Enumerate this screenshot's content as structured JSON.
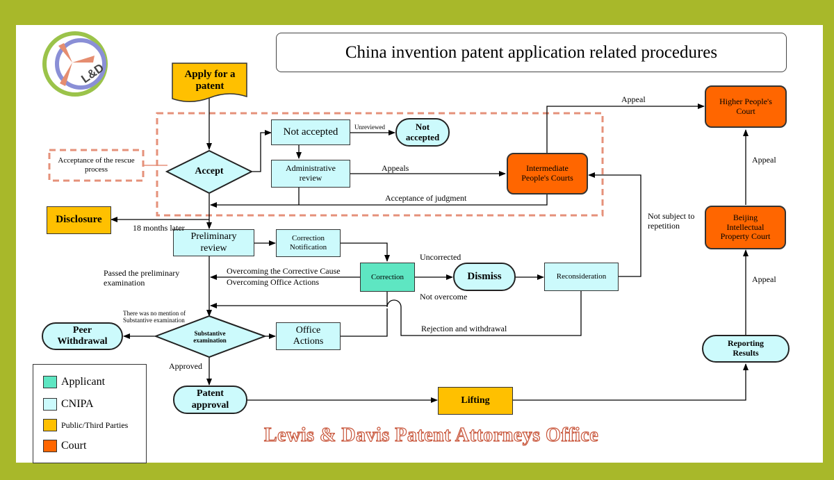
{
  "title": "China invention patent application related procedures",
  "logo": {
    "text": "L&D"
  },
  "legend": {
    "items": [
      {
        "label": "Applicant",
        "color": "#5ee6c2"
      },
      {
        "label": "CNIPA",
        "color": "#ccfafc"
      },
      {
        "label": "Public/Third Parties",
        "color": "#ffc000"
      },
      {
        "label": "Court",
        "color": "#ff6600"
      }
    ]
  },
  "nodes": {
    "apply": "Apply for a patent",
    "accept": "Accept",
    "not_accepted_box": "Not accepted",
    "not_accepted_pill": "Not accepted",
    "admin_review": "Administrative review",
    "intermediate_court": "Intermediate People's Courts",
    "higher_court": "Higher People's Court",
    "beijing_court": "Beijing Intellectual Property Court",
    "reporting_results": "Reporting Results",
    "disclosure": "Disclosure",
    "preliminary_review": "Preliminary review",
    "correction_notification": "Correction Notification",
    "correction": "Correction",
    "dismiss": "Dismiss",
    "reconsideration": "Reconsideration",
    "substantive_exam": "Substantive examination",
    "office_actions": "Office Actions",
    "peer_withdrawal": "Peer Withdrawal",
    "patent_approval": "Patent approval",
    "lifting": "Lifting",
    "rescue_process": "Acceptance of the rescue process"
  },
  "edge_labels": {
    "unreviewed": "Unreviewed",
    "appeals": "Appeals",
    "acceptance_judgment": "Acceptance of judgment",
    "appeal_top": "Appeal",
    "appeal_right_upper": "Appeal",
    "appeal_right_lower": "Appeal",
    "not_subject": "Not subject to repetition",
    "eighteen_months": "18 months later",
    "uncorrected": "Uncorrected",
    "not_overcome": "Not overcome",
    "overcoming_cause": "Overcoming the Corrective Cause",
    "overcoming_actions": "Overcoming Office Actions",
    "passed_prelim": "Passed the preliminary examination",
    "no_mention": "There was no mention of Substantive examination",
    "rejection_withdrawal": "Rejection and withdrawal",
    "approved": "Approved"
  },
  "footer": {
    "brand": "Lewis & Davis Patent Attorneys Office"
  }
}
